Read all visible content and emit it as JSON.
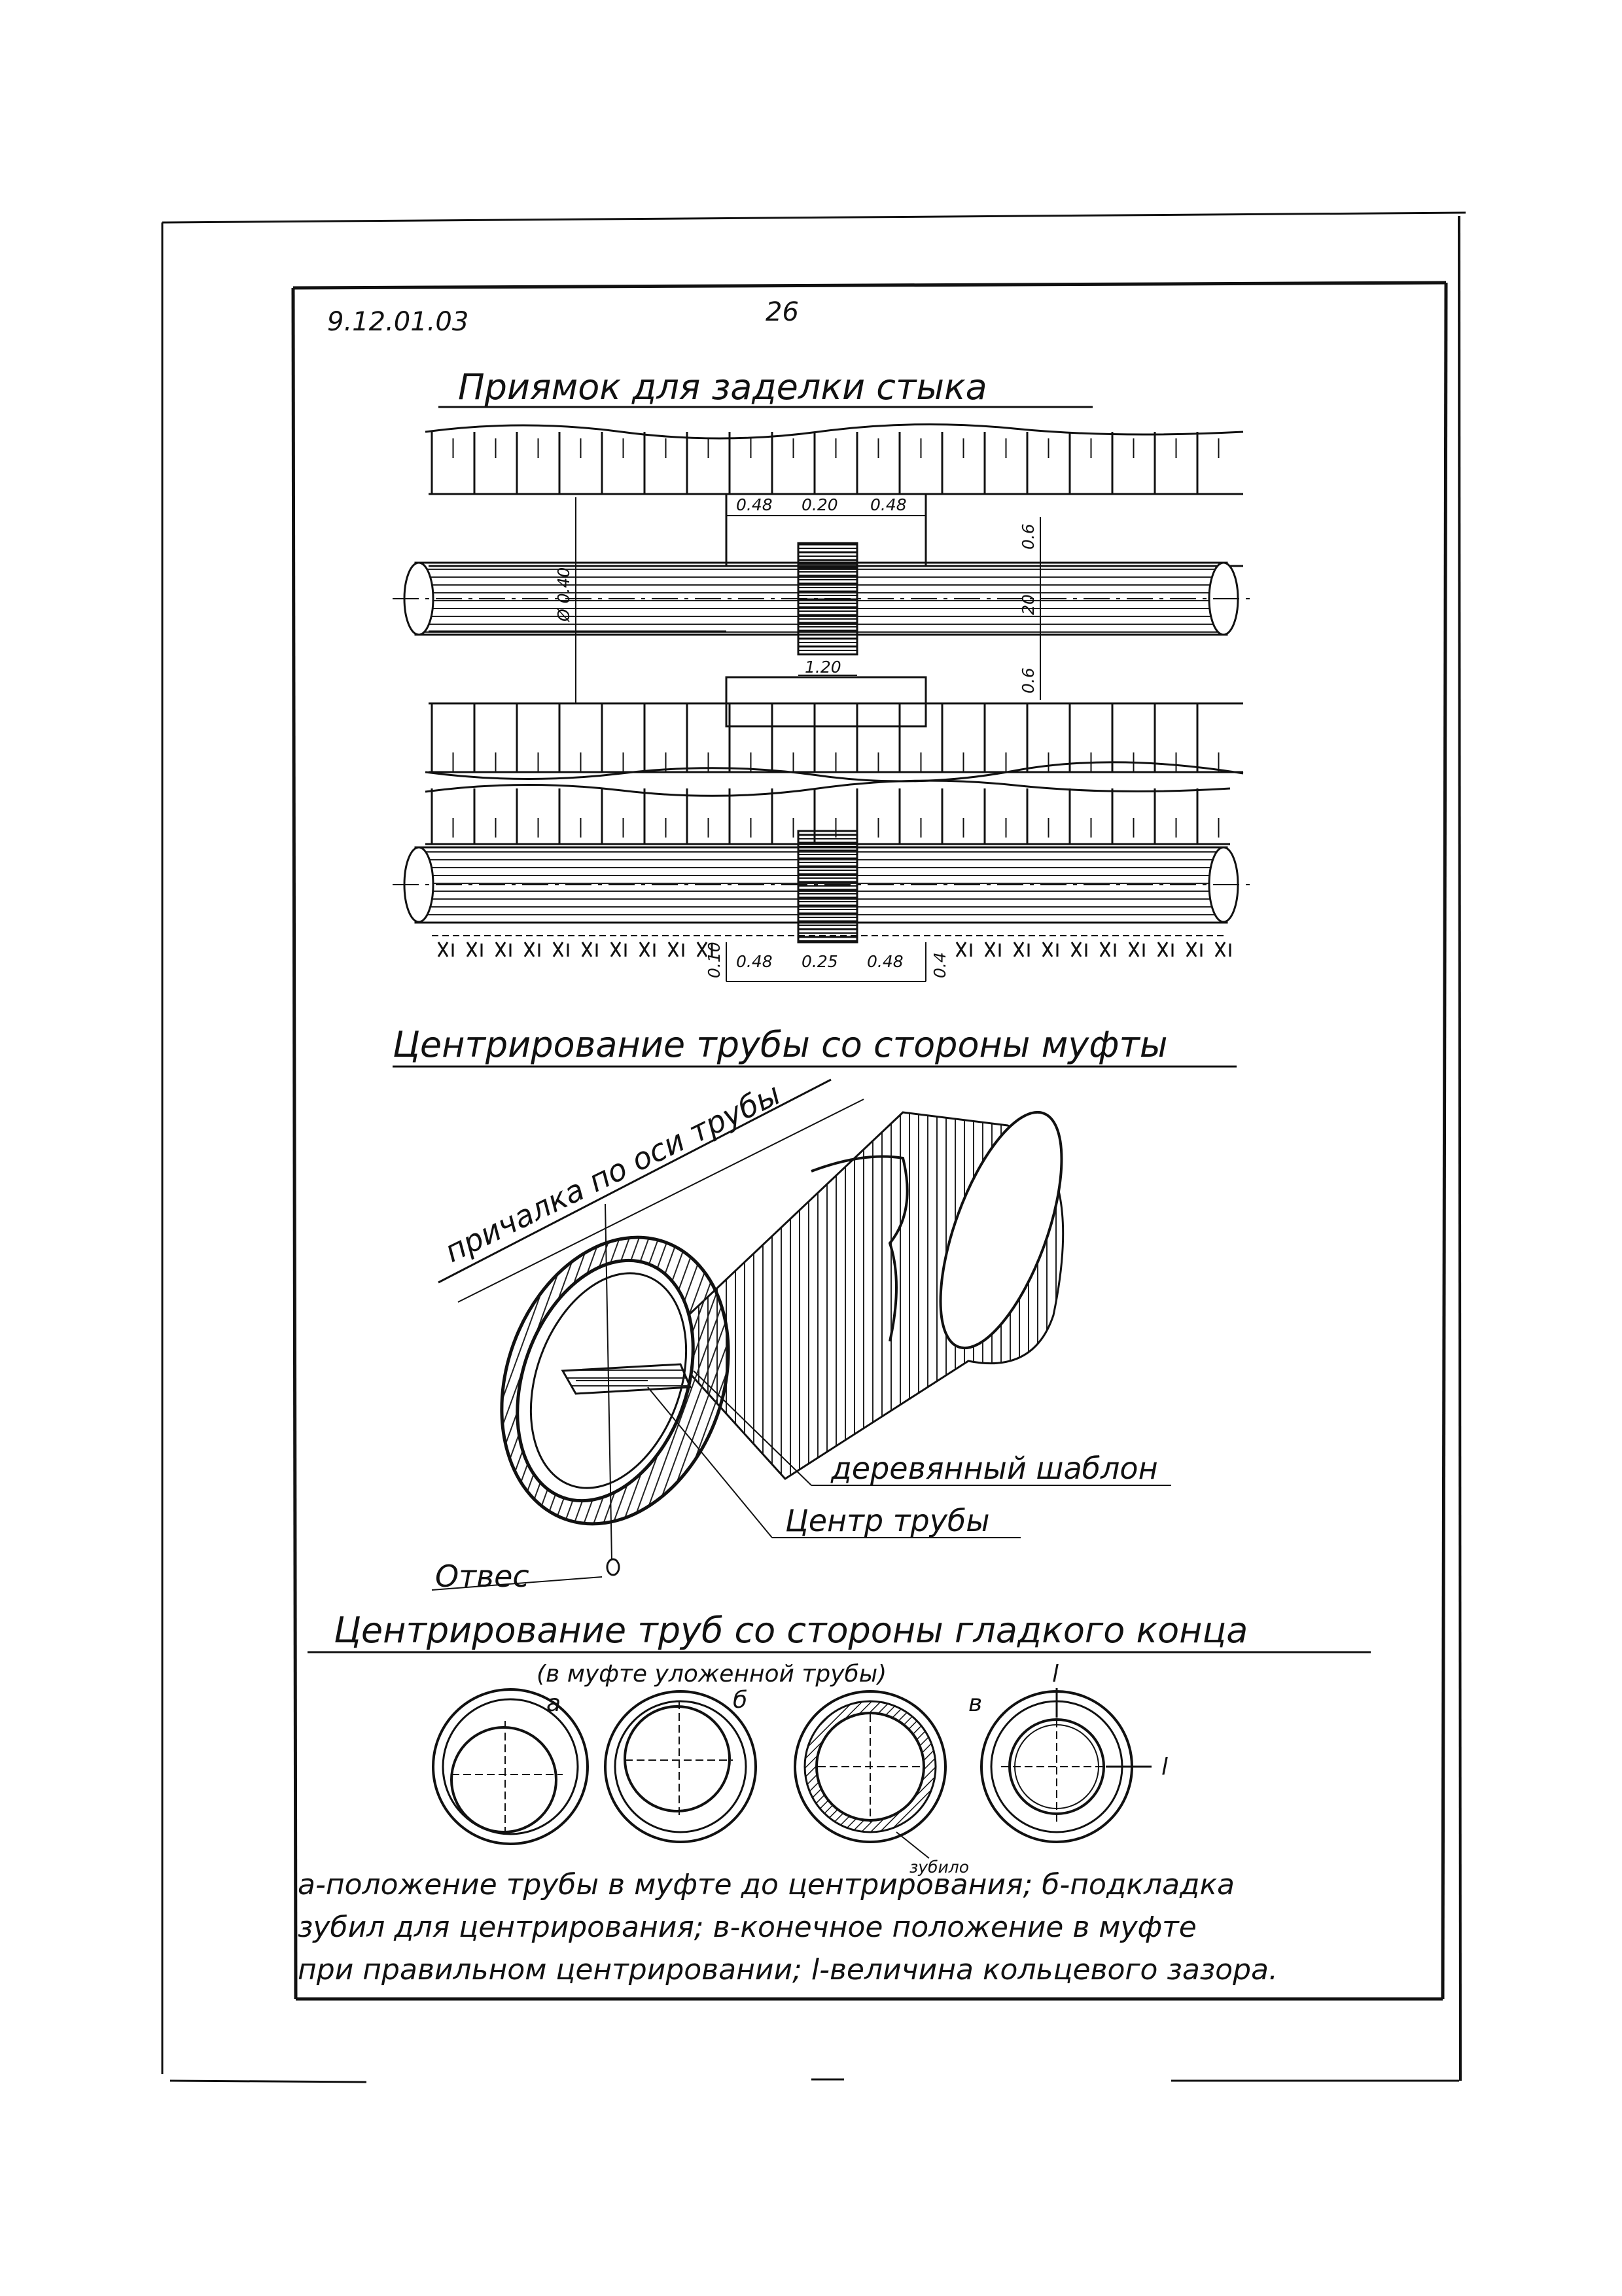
{
  "document": {
    "code": "9.12.01.03",
    "page_number": "26"
  },
  "section1": {
    "title": "Приямок для заделки стыка",
    "dimensions": {
      "left": "0.48",
      "middle": "0.20",
      "right": "0.48",
      "total": "1.20",
      "diameter": "Ø 0.40",
      "top": "0.6",
      "center": "20",
      "bottom": "0.6",
      "bottom_left": "0.48",
      "bottom_middle": "0.25",
      "bottom_right": "0.48",
      "bottom_depth": "0.4",
      "bottom_small": "0.10"
    }
  },
  "section2": {
    "title": "Центрирование трубы со стороны муфты",
    "label_axis": "причалка по оси трубы",
    "label_template": "деревянный шаблон",
    "label_center": "Центр трубы",
    "label_plumb": "Отвес"
  },
  "section3": {
    "title": "Центрирование труб со стороны гладкого конца",
    "subtitle": "(в муфте уложенной трубы)",
    "figure_letters": [
      "а",
      "б",
      "в"
    ],
    "gap_marker": "l",
    "label_chisel": "зубило",
    "caption_lines": [
      "а-положение трубы в муфте до центрирования; б-подкладка",
      "зубил для центрирования; в-конечное положение в муфте",
      "при правильном центрировании; l-величина кольцевого зазора."
    ]
  }
}
